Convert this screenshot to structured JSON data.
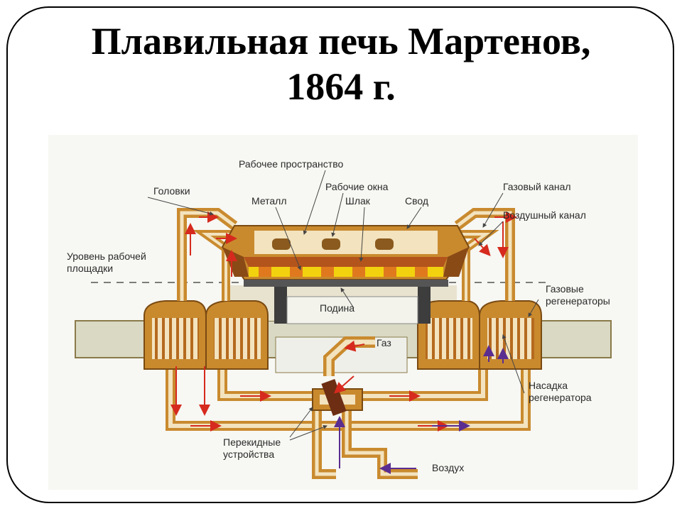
{
  "title": {
    "line1": "Плавильная печь Мартенов,",
    "line2": "1864 г."
  },
  "labels": {
    "working_space": "Рабочее пространство",
    "heads": "Головки",
    "working_windows": "Рабочие окна",
    "metal": "Металл",
    "slag": "Шлак",
    "roof": "Свод",
    "gas_channel": "Газовый канал",
    "air_channel": "Воздушный канал",
    "platform_level_1": "Уровень рабочей",
    "platform_level_2": "площадки",
    "hearth": "Подина",
    "gas_regenerators_1": "Газовые",
    "gas_regenerators_2": "регенераторы",
    "gas": "Газ",
    "regenerator_packing_1": "Насадка",
    "regenerator_packing_2": "регенератора",
    "switching_devices_1": "Перекидные",
    "switching_devices_2": "устройства",
    "air": "Воздух"
  },
  "colors": {
    "brick": "#c98a2e",
    "brick_dark": "#7a4a12",
    "lining": "#f3e3bf",
    "slag": "#b3541c",
    "metal": "#f2d20e",
    "flow_red": "#d62a1e",
    "flow_purple": "#5a2d91",
    "ground": "#d9d9c4"
  }
}
